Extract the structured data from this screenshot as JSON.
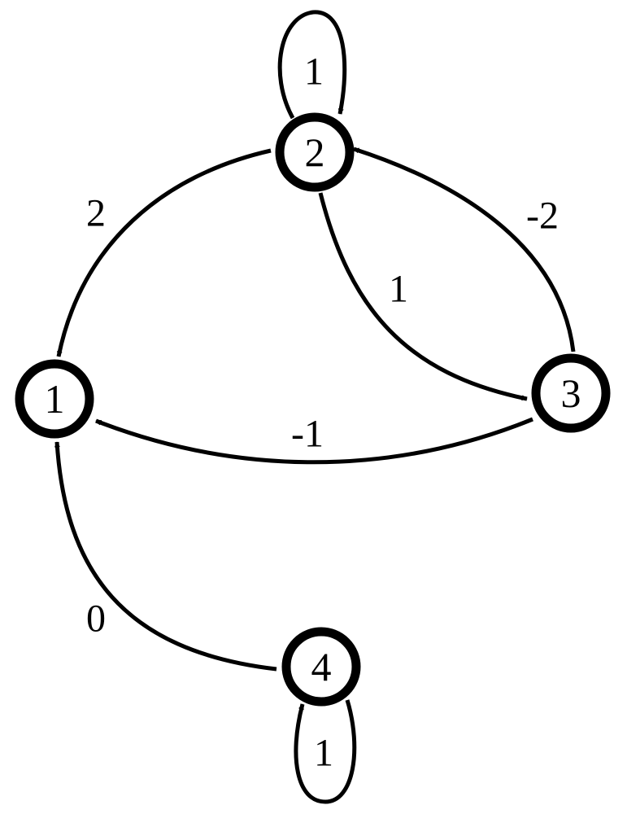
{
  "colors": {
    "stroke": "#000000",
    "background": "#ffffff"
  },
  "nodes": [
    {
      "id": "1",
      "label": "1"
    },
    {
      "id": "2",
      "label": "2"
    },
    {
      "id": "3",
      "label": "3"
    },
    {
      "id": "4",
      "label": "4"
    }
  ],
  "edges": [
    {
      "from": "2",
      "to": "2",
      "weight": "1"
    },
    {
      "from": "2",
      "to": "1",
      "weight": "2"
    },
    {
      "from": "2",
      "to": "3",
      "weight": "1"
    },
    {
      "from": "3",
      "to": "2",
      "weight": "-2"
    },
    {
      "from": "3",
      "to": "1",
      "weight": "-1"
    },
    {
      "from": "4",
      "to": "1",
      "weight": "0"
    },
    {
      "from": "4",
      "to": "4",
      "weight": "1"
    }
  ]
}
